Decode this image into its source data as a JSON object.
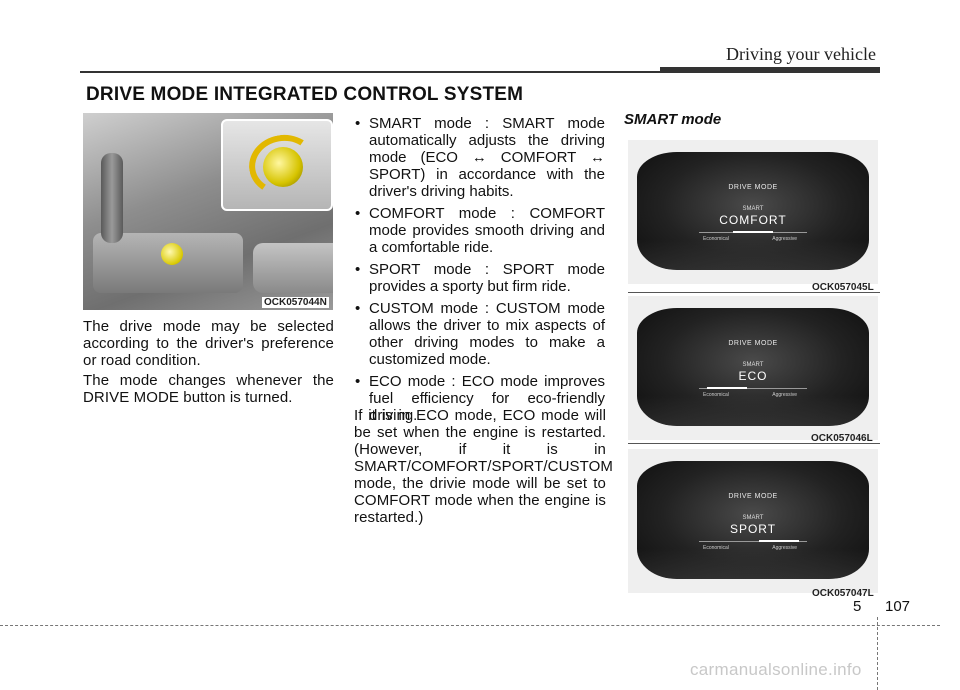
{
  "header": {
    "title": "Driving your vehicle"
  },
  "section": {
    "title": "DRIVE MODE INTEGRATED CONTROL SYSTEM"
  },
  "figure_main": {
    "code": "OCK057044N"
  },
  "left_text": {
    "paragraph1": "The drive mode may be selected according to the driver's preference or road condition.",
    "paragraph2": "The mode changes whenever the DRIVE MODE button is turned."
  },
  "modes": [
    "SMART mode : SMART mode automatically adjusts the driving mode (ECO ↔ COMFORT ↔ SPORT) in accordance with the driver's driving habits.",
    "COMFORT mode : COMFORT mode provides smooth driving and a comfortable ride.",
    "SPORT mode : SPORT mode provides a sporty but firm ride.",
    "CUSTOM mode : CUSTOM mode allows the driver to mix aspects of other driving modes to make a customized mode.",
    "ECO mode : ECO mode improves fuel efficiency for eco-friendly driving."
  ],
  "eco_note": "If it is in ECO mode, ECO mode will be set when the engine is restarted. (However, if it is in SMART/COMFORT/SPORT/CUSTOM mode, the drivie mode will be set to COMFORT mode when the engine is restarted.)",
  "smart_section": {
    "title": "SMART mode",
    "panels": [
      {
        "heading": "DRIVE MODE",
        "sub": "SMART",
        "mode": "COMFORT",
        "left": "Economical",
        "right": "Aggressive",
        "code": "OCK057045L"
      },
      {
        "heading": "DRIVE MODE",
        "sub": "SMART",
        "mode": "ECO",
        "left": "Economical",
        "right": "Aggressive",
        "code": "OCK057046L"
      },
      {
        "heading": "DRIVE MODE",
        "sub": "SMART",
        "mode": "SPORT",
        "left": "Economical",
        "right": "Aggressive",
        "code": "OCK057047L"
      }
    ]
  },
  "footer": {
    "chapter": "5",
    "page": "107",
    "watermark": "carmanualsonline.info"
  }
}
